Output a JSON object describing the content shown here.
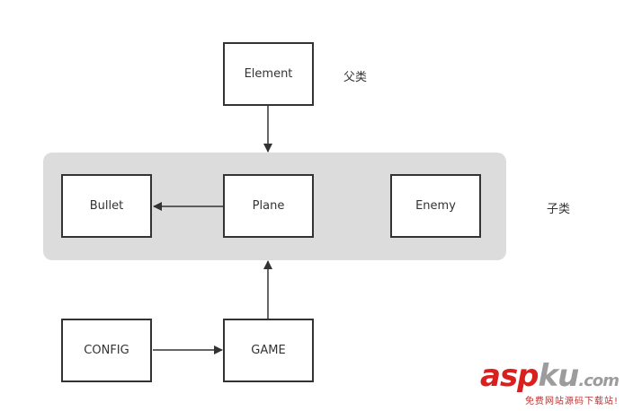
{
  "diagram": {
    "nodes": {
      "element": "Element",
      "bullet": "Bullet",
      "plane": "Plane",
      "enemy": "Enemy",
      "config": "CONFIG",
      "game": "GAME"
    },
    "labels": {
      "parent": "父类",
      "child": "子类"
    },
    "edges": [
      {
        "from": "Element",
        "to": "Plane"
      },
      {
        "from": "Plane",
        "to": "Bullet"
      },
      {
        "from": "GAME",
        "to": "Plane"
      },
      {
        "from": "CONFIG",
        "to": "GAME"
      }
    ],
    "colors": {
      "group_fill": "#dcdcdc",
      "stroke": "#333333"
    }
  },
  "watermark": {
    "logo_part1": "asp",
    "logo_part2": "ku",
    "logo_suffix": ".com",
    "subtitle": "免费网站源码下载站!"
  }
}
